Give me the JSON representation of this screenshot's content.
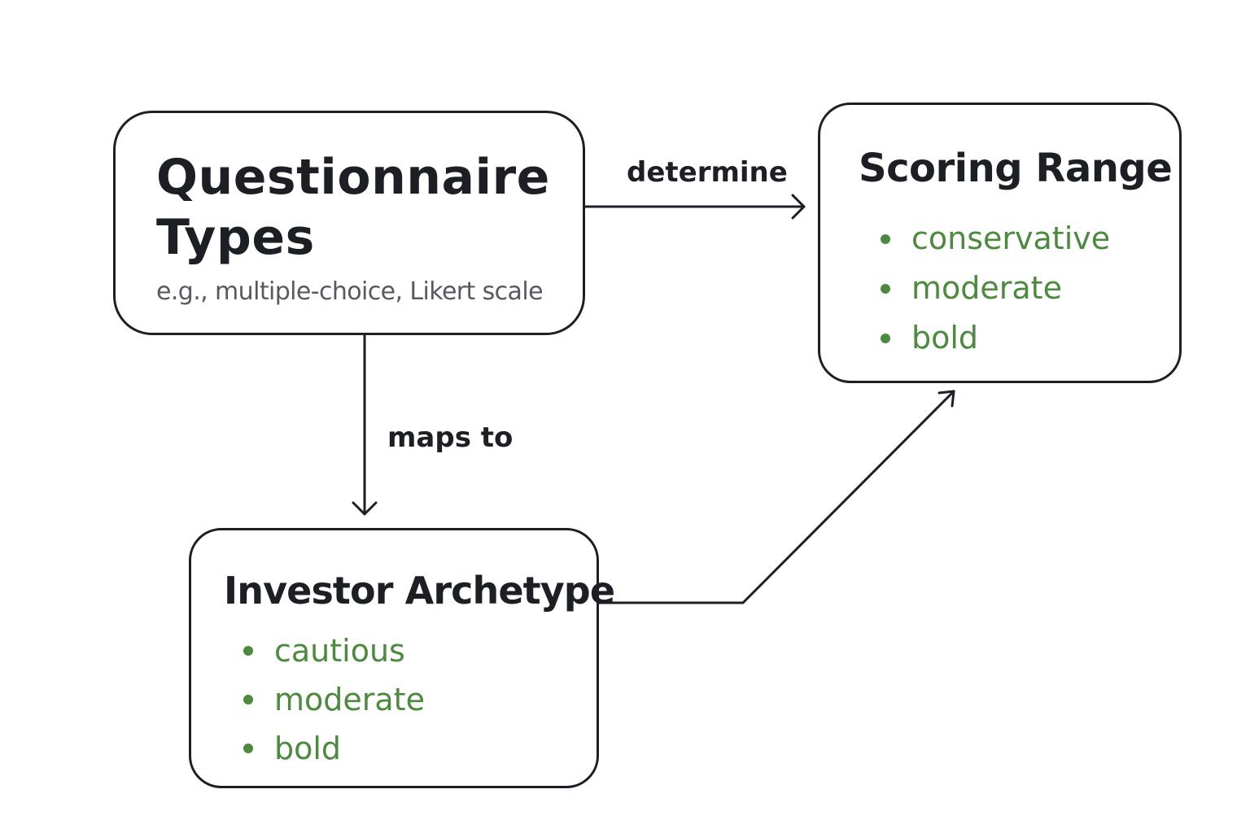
{
  "nodes": {
    "questionnaire": {
      "title": "Questionnaire Types",
      "subtitle": "e.g., multiple-choice, Likert scale"
    },
    "scoring": {
      "title": "Scoring Range",
      "items": [
        "conservative",
        "moderate",
        "bold"
      ]
    },
    "investor": {
      "title": "Investor Archetype",
      "items": [
        "cautious",
        "moderate",
        "bold"
      ]
    }
  },
  "edges": {
    "determine": "determine",
    "maps_to": "maps to"
  },
  "colors": {
    "stroke": "#1c1f24",
    "bullet_text": "#4c8a3e",
    "subtitle_text": "#555a61",
    "background": "#ffffff"
  }
}
